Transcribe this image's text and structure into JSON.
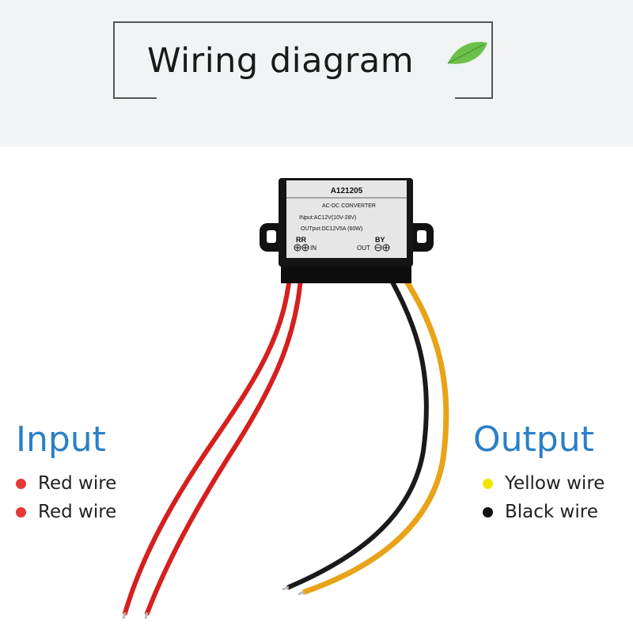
{
  "header": {
    "title": "Wiring diagram"
  },
  "converter": {
    "model": "A121205",
    "type": "AC-DC  CONVERTER",
    "input_spec": "INput:AC12V(10V-28V)",
    "output_spec": "OUTput:DC12V5A  (60W)",
    "left_code": "RR",
    "left_label": "IN",
    "right_code": "BY",
    "right_label": "OUT"
  },
  "input_legend": {
    "title": "Input",
    "items": [
      {
        "label": "Red wire",
        "color": "#e53935"
      },
      {
        "label": "Red wire",
        "color": "#e53935"
      }
    ]
  },
  "output_legend": {
    "title": "Output",
    "items": [
      {
        "label": "Yellow wire",
        "color": "#f2e600"
      },
      {
        "label": "Black wire",
        "color": "#111111"
      }
    ]
  },
  "wire_colors": {
    "red": "#d61f1f",
    "yellow": "#e8a317",
    "black": "#1a1a1a"
  }
}
